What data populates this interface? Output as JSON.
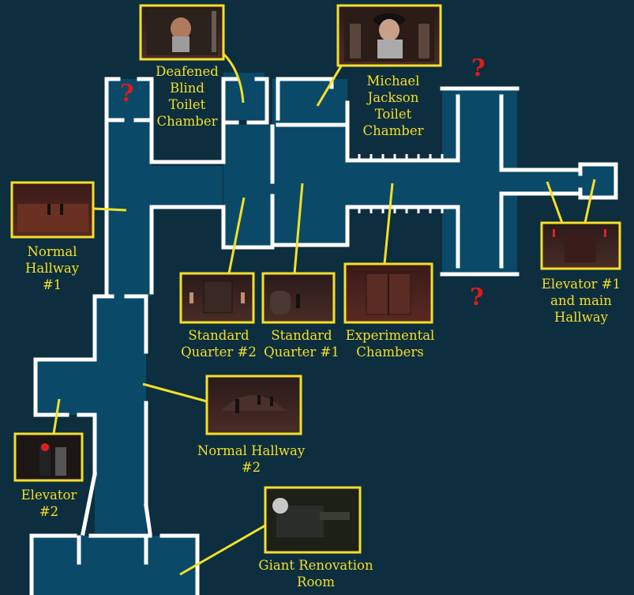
{
  "theme": {
    "background": "#0d2e3e",
    "room_fill": "#0a4a68",
    "wall": "#ffffff",
    "callout": "#f5df2a",
    "unknown_marker": "#e01a1a"
  },
  "unknown_marker": "?",
  "rooms": [
    {
      "id": "deafened-blind",
      "label": "Deafened\nBlind\nToilet\nChamber",
      "thumbnail_icon": "skibidi-toilet-thumbnail"
    },
    {
      "id": "michael-jackson",
      "label": "Michael\nJackson\nToilet\nChamber",
      "thumbnail_icon": "skibidi-toilet-thumbnail"
    },
    {
      "id": "normal-hallway-1",
      "label": "Normal\nHallway\n#1",
      "thumbnail_icon": "hallway-thumbnail"
    },
    {
      "id": "standard-quarter-2",
      "label": "Standard\nQuarter #2",
      "thumbnail_icon": "quarter-thumbnail"
    },
    {
      "id": "standard-quarter-1",
      "label": "Standard\nQuarter #1",
      "thumbnail_icon": "quarter-thumbnail"
    },
    {
      "id": "experimental-chambers",
      "label": "Experimental\nChambers",
      "thumbnail_icon": "chamber-thumbnail"
    },
    {
      "id": "elevator-1",
      "label": "Elevator #1\nand main\nHallway",
      "thumbnail_icon": "elevator-thumbnail"
    },
    {
      "id": "normal-hallway-2",
      "label": "Normal Hallway\n#2",
      "thumbnail_icon": "hallway-thumbnail"
    },
    {
      "id": "elevator-2",
      "label": "Elevator\n#2",
      "thumbnail_icon": "elevator-thumbnail"
    },
    {
      "id": "giant-renovation",
      "label": "Giant Renovation\nRoom",
      "thumbnail_icon": "renovation-thumbnail"
    }
  ]
}
